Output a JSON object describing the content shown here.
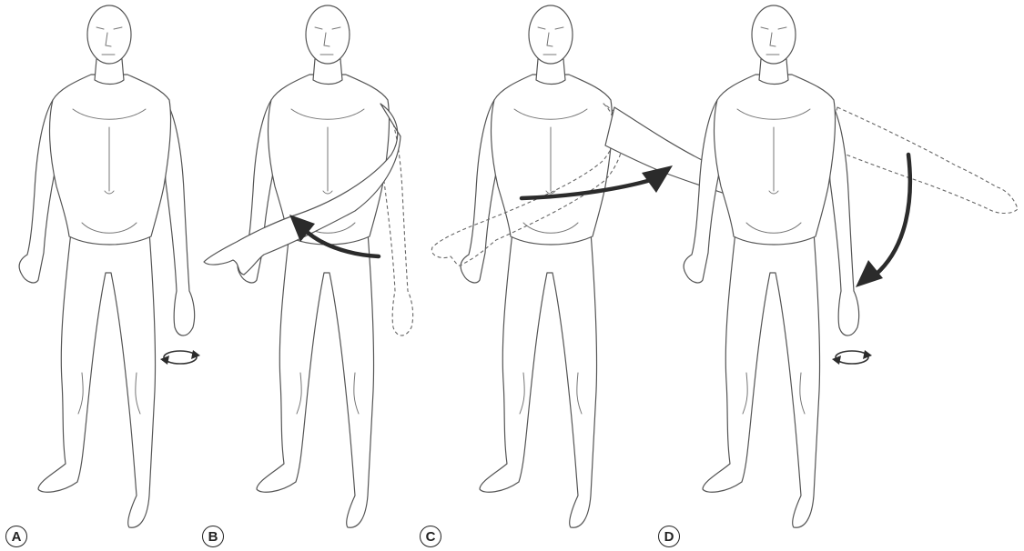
{
  "panels": [
    {
      "label": "A"
    },
    {
      "label": "B"
    },
    {
      "label": "C"
    },
    {
      "label": "D"
    }
  ],
  "colors": {
    "outline": "#555555",
    "arrow": "#2b2b2b",
    "background": "#ffffff"
  }
}
